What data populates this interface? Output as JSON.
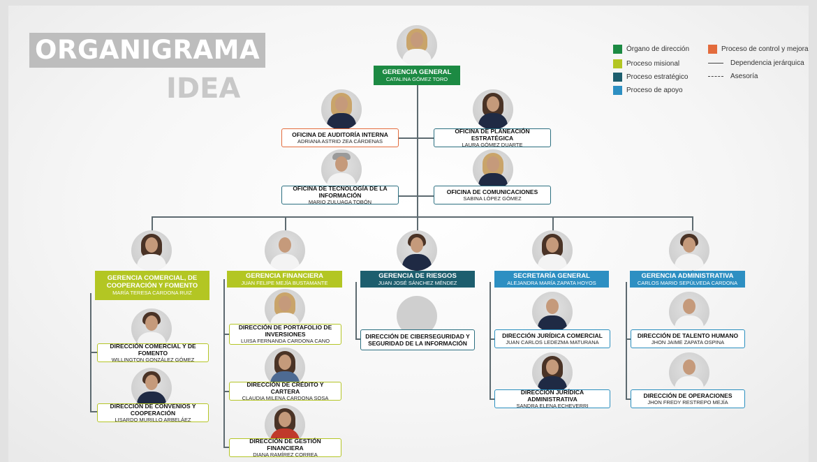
{
  "title": "ORGANIGRAMA",
  "subtitle": "IDEA",
  "colors": {
    "organo_direccion": "#1c8a43",
    "proceso_misional": "#b3c623",
    "proceso_estrategico": "#1d5e6e",
    "proceso_apoyo": "#2d8fc2",
    "proceso_control": "#e36b3c"
  },
  "legend": {
    "organo_direccion": "Órgano de dirección",
    "proceso_control": "Proceso de control y mejora",
    "proceso_misional": "Proceso misional",
    "dependencia": "Dependencia jerárquica",
    "proceso_estrategico": "Proceso estratégico",
    "asesoria": "Asesoría",
    "proceso_apoyo": "Proceso de apoyo"
  },
  "gerencia_general": {
    "title": "GERENCIA GENERAL",
    "name": "CATALINA GÓMEZ TORO"
  },
  "oficinas": {
    "auditoria": {
      "title": "OFICINA DE AUDITORÍA INTERNA",
      "name": "ADRIANA ASTRID ZEA CÁRDENAS"
    },
    "planeacion": {
      "title": "OFICINA DE PLANEACIÓN ESTRATÉGICA",
      "name": "LAURA GÓMEZ DUARTE"
    },
    "tecnologia": {
      "title": "OFICINA DE TECNOLOGÍA DE LA INFORMACIÓN",
      "name": "MARIO ZULUAGA TOBÓN"
    },
    "comunicaciones": {
      "title": "OFICINA DE COMUNICACIONES",
      "name": "SABINA LÓPEZ GÓMEZ"
    }
  },
  "gerencias": {
    "comercial": {
      "title": "GERENCIA COMERCIAL, DE COOPERACIÓN Y FOMENTO",
      "name": "MARÍA TERESA CARDONA RUIZ"
    },
    "financiera": {
      "title": "GERENCIA FINANCIERA",
      "name": "JUAN FELIPE MEJÍA BUSTAMANTE"
    },
    "riesgos": {
      "title": "GERENCIA DE RIESGOS",
      "name": "JUAN JOSÉ SÁNCHEZ MÉNDEZ"
    },
    "secretaria": {
      "title": "SECRETARÍA GENERAL",
      "name": "ALEJANDRA MARÍA ZAPATA HOYOS"
    },
    "administrativa": {
      "title": "GERENCIA ADMINISTRATIVA",
      "name": "CARLOS MARIO SEPÚLVEDA CARDONA"
    }
  },
  "direcciones": {
    "comercial_fomento": {
      "title": "DIRECCIÓN COMERCIAL Y DE FOMENTO",
      "name": "WILLINGTON GONZÁLEZ GÓMEZ"
    },
    "convenios": {
      "title": "DIRECCIÓN DE CONVENIOS Y COOPERACIÓN",
      "name": "LISARDO MURILLO ARBELÁEZ"
    },
    "portafolio": {
      "title": "DIRECCIÓN DE PORTAFOLIO DE INVERSIONES",
      "name": "LUISA FERNANDA CARDONA CANO"
    },
    "credito": {
      "title": "DIRECCIÓN DE CRÉDITO Y CARTERA",
      "name": "CLAUDIA MILENA CARDONA SOSA"
    },
    "gestion_financiera": {
      "title": "DIRECCIÓN DE GESTIÓN FINANCIERA",
      "name": "DIANA RAMÍREZ CORREA"
    },
    "ciberseguridad": {
      "title": "DIRECCIÓN DE CIBERSEGURIDAD Y SEGURIDAD DE LA INFORMACIÓN"
    },
    "juridica_comercial": {
      "title": "DIRECCIÓN JURÍDICA COMERCIAL",
      "name": "JUAN CARLOS LEDEZMA MATURANA"
    },
    "juridica_administrativa": {
      "title": "DIRECCIÓN JURÍDICA ADMINISTRATIVA",
      "name": "SANDRA ELENA ECHEVERRI"
    },
    "talento_humano": {
      "title": "DIRECCIÓN DE TALENTO HUMANO",
      "name": "JHON JAIME ZAPATA OSPINA"
    },
    "operaciones": {
      "title": "DIRECCIÓN DE OPERACIONES",
      "name": "JHON FREDY RESTREPO MEJÍA"
    }
  }
}
